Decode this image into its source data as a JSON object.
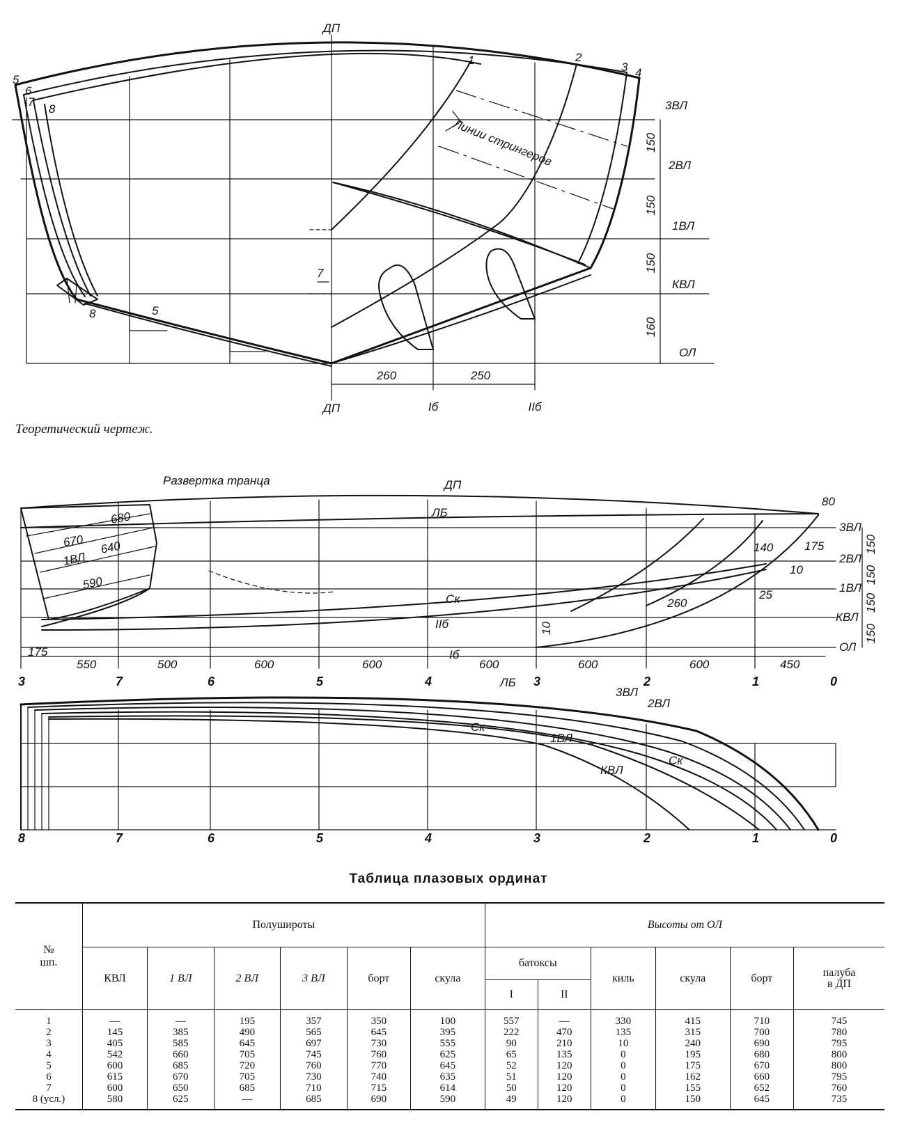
{
  "body_plan": {
    "labels": {
      "dp_top": "ДП",
      "dp_bottom": "ДП",
      "wl3": "3ВЛ",
      "wl2": "2ВЛ",
      "wl1": "1ВЛ",
      "kvl": "КВЛ",
      "ol": "ОЛ",
      "b1": "Iб",
      "b2": "IIб",
      "stringers": "Линии стрингеров"
    },
    "dims": {
      "d150a": "150",
      "d150b": "150",
      "d150c": "150",
      "d160": "160",
      "d260": "260",
      "d250": "250",
      "d7": "7"
    },
    "stations_left": [
      "5",
      "6",
      "7",
      "8",
      "8",
      "5"
    ],
    "stations_right": [
      "1",
      "2",
      "3",
      "4"
    ],
    "caption": "Теоретический чертеж."
  },
  "profile": {
    "transom_title": "Развертка транца",
    "labels": {
      "dp": "ДП",
      "lb": "ЛБ",
      "sk": "Ск",
      "b2": "IIб",
      "b1": "Iб",
      "wl1_in_transom": "1ВЛ",
      "wl3": "3ВЛ",
      "wl2": "2ВЛ",
      "wl1": "1ВЛ",
      "kvl": "КВЛ",
      "ol": "ОЛ"
    },
    "transom_dims": [
      "680",
      "670",
      "640",
      "590"
    ],
    "other_dims": {
      "d80": "80",
      "d175r": "175",
      "d140": "140",
      "d10": "10",
      "d25": "25",
      "d260": "260",
      "d10v": "10",
      "v150a": "150",
      "v150b": "150",
      "v150c": "150",
      "v150d": "150"
    },
    "spacings": [
      "175",
      "550",
      "500",
      "600",
      "600",
      "600",
      "600",
      "600",
      "450"
    ],
    "station_numbers": [
      "3",
      "7",
      "6",
      "5",
      "4",
      "3",
      "2",
      "1",
      "0"
    ]
  },
  "plan": {
    "labels": {
      "lb": "ЛБ",
      "wl3": "3ВЛ",
      "wl2": "2ВЛ",
      "wl1": "1ВЛ",
      "sk_left": "Ск",
      "sk_right": "Ск",
      "kvl": "КВЛ"
    },
    "station_numbers": [
      "8",
      "7",
      "6",
      "5",
      "4",
      "3",
      "2",
      "1",
      "0"
    ]
  },
  "table": {
    "title": "Таблица плазовых ординат",
    "head": {
      "station": "№\nшп.",
      "half_breadths": "Полушироты",
      "heights": "Высоты от ОЛ",
      "buttocks": "батоксы",
      "cols_hb": [
        "КВЛ",
        "1 ВЛ",
        "2 ВЛ",
        "3 ВЛ",
        "борт",
        "скула"
      ],
      "cols_b": [
        "I",
        "II"
      ],
      "cols_h": [
        "киль",
        "скула",
        "борт",
        "палуба\nв ДП"
      ]
    },
    "columns": [
      [
        "1",
        "2",
        "3",
        "4",
        "5",
        "6",
        "7",
        "8 (усл.)"
      ],
      [
        "—",
        "145",
        "405",
        "542",
        "600",
        "615",
        "600",
        "580"
      ],
      [
        "—",
        "385",
        "585",
        "660",
        "685",
        "670",
        "650",
        "625"
      ],
      [
        "195",
        "490",
        "645",
        "705",
        "720",
        "705",
        "685",
        "—"
      ],
      [
        "357",
        "565",
        "697",
        "745",
        "760",
        "730",
        "710",
        "685"
      ],
      [
        "350",
        "645",
        "730",
        "760",
        "770",
        "740",
        "715",
        "690"
      ],
      [
        "100",
        "395",
        "555",
        "625",
        "645",
        "635",
        "614",
        "590"
      ],
      [
        "557",
        "222",
        "90",
        "65",
        "52",
        "51",
        "50",
        "49"
      ],
      [
        "—",
        "470",
        "210",
        "135",
        "120",
        "120",
        "120",
        "120"
      ],
      [
        "330",
        "135",
        "10",
        "0",
        "0",
        "0",
        "0",
        "0"
      ],
      [
        "415",
        "315",
        "240",
        "195",
        "175",
        "162",
        "155",
        "150"
      ],
      [
        "710",
        "700",
        "690",
        "680",
        "670",
        "660",
        "652",
        "645"
      ],
      [
        "745",
        "780",
        "795",
        "800",
        "800",
        "795",
        "760",
        "735"
      ]
    ]
  }
}
